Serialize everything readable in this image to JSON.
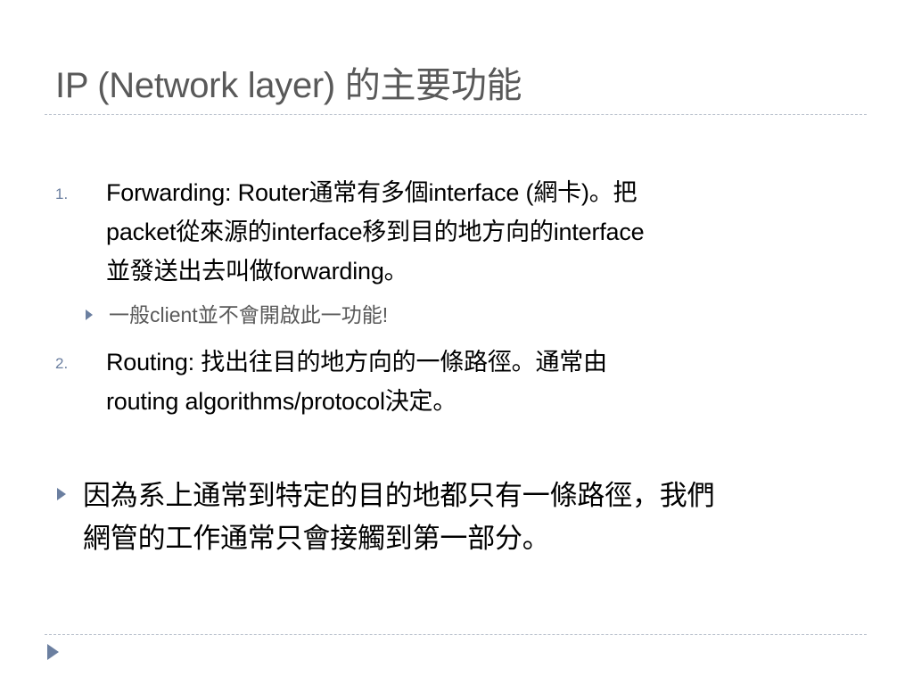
{
  "slide": {
    "title": "IP (Network layer) 的主要功能",
    "list": [
      {
        "marker": "1.",
        "lines": [
          "Forwarding: Router通常有多個interface (網卡)。把",
          "packet從來源的interface移到目的地方向的interface",
          "並發送出去叫做forwarding。"
        ],
        "sub_bullet": "一般client並不會開啟此一功能!"
      },
      {
        "marker": "2.",
        "lines": [
          "Routing: 找出往目的地方向的一條路徑。通常由",
          "routing algorithms/protocol決定。"
        ]
      }
    ],
    "bullet": {
      "lines": [
        "因為系上通常到特定的目的地都只有一條路徑，我們",
        "網管的工作通常只會接觸到第一部分。"
      ]
    },
    "colors": {
      "title": "#595959",
      "accent": "#6b7fa0",
      "rule": "#b4bcc8",
      "body": "#000000"
    },
    "icons": {
      "bullet": "triangle-bullet-icon",
      "corner": "triangle-corner-icon"
    }
  }
}
